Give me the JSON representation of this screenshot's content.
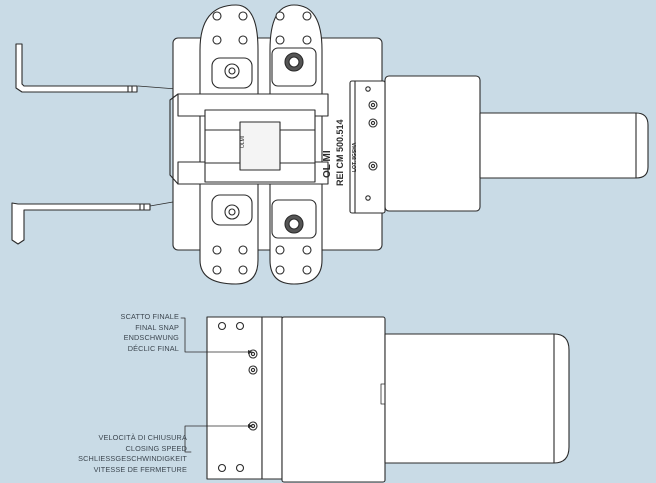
{
  "diagram": {
    "background": "#c9dbe6",
    "line_color": "#2b2b2b",
    "fill_color": "#ffffff",
    "hinge_markings": {
      "brand": "OL MI",
      "model": "REI CM 500.514",
      "lot": "LOT. 8GSHA",
      "center_mark": "OLMI"
    },
    "callouts": {
      "final_snap": {
        "it": "SCATTO FINALE",
        "en": "FINAL SNAP",
        "de": "ENDSCHWUNG",
        "fr": "DÉCLIC FINAL"
      },
      "closing_speed": {
        "it": "VELOCITÀ DI CHIUSURA",
        "en": "CLOSING SPEED",
        "de": "SCHLIESSGESCHWINDIGKEIT",
        "fr": "VITESSE DE FERMETURE"
      }
    }
  }
}
